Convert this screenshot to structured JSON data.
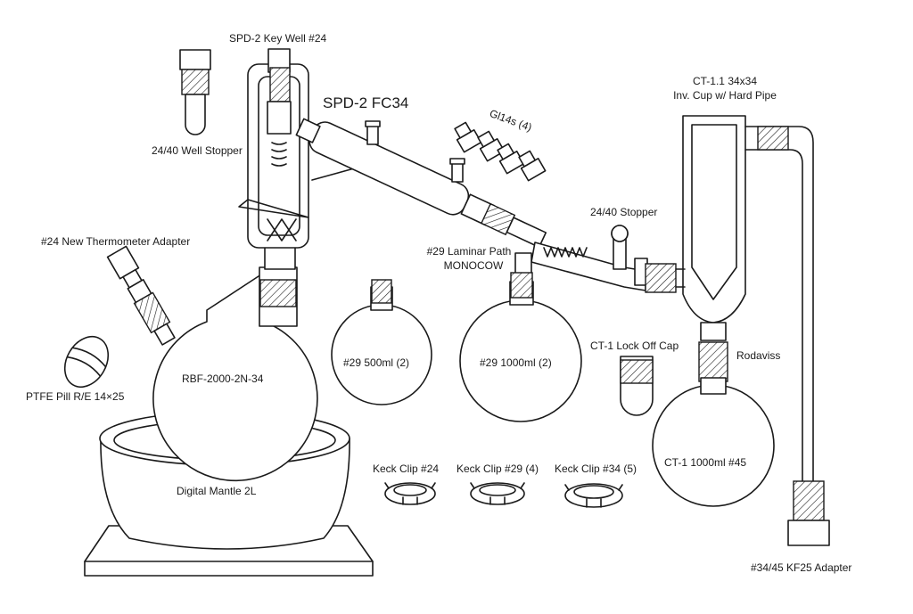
{
  "labels": {
    "key_well": "SPD-2 Key Well #24",
    "spd_title": "SPD-2 FC34",
    "well_stopper": "24/40 Well Stopper",
    "gl14s": "Gl14s (4)",
    "ct_cup_line1": "CT-1.1 34x34",
    "ct_cup_line2": "Inv. Cup w/ Hard Pipe",
    "stopper_2440": "24/40 Stopper",
    "thermometer": "#24 New Thermometer Adapter",
    "laminar_line1": "#29 Laminar Path",
    "laminar_line2": "MONOCOW",
    "ct_lock_cap": "CT-1 Lock Off Cap",
    "rodaviss": "Rodaviss",
    "ptfe_pill": "PTFE Pill R/E 14×25",
    "rbf": "RBF-2000-2N-34",
    "flask_500": "#29 500ml (2)",
    "flask_1000": "#29 1000ml (2)",
    "ct_flask": "CT-1 1000ml #45",
    "mantle": "Digital Mantle 2L",
    "keck_24": "Keck Clip #24",
    "keck_29": "Keck Clip #29 (4)",
    "keck_34": "Keck Clip #34 (5)",
    "kf25": "#34/45 KF25 Adapter"
  },
  "colors": {
    "line": "#1a1a1a",
    "background": "#ffffff"
  }
}
